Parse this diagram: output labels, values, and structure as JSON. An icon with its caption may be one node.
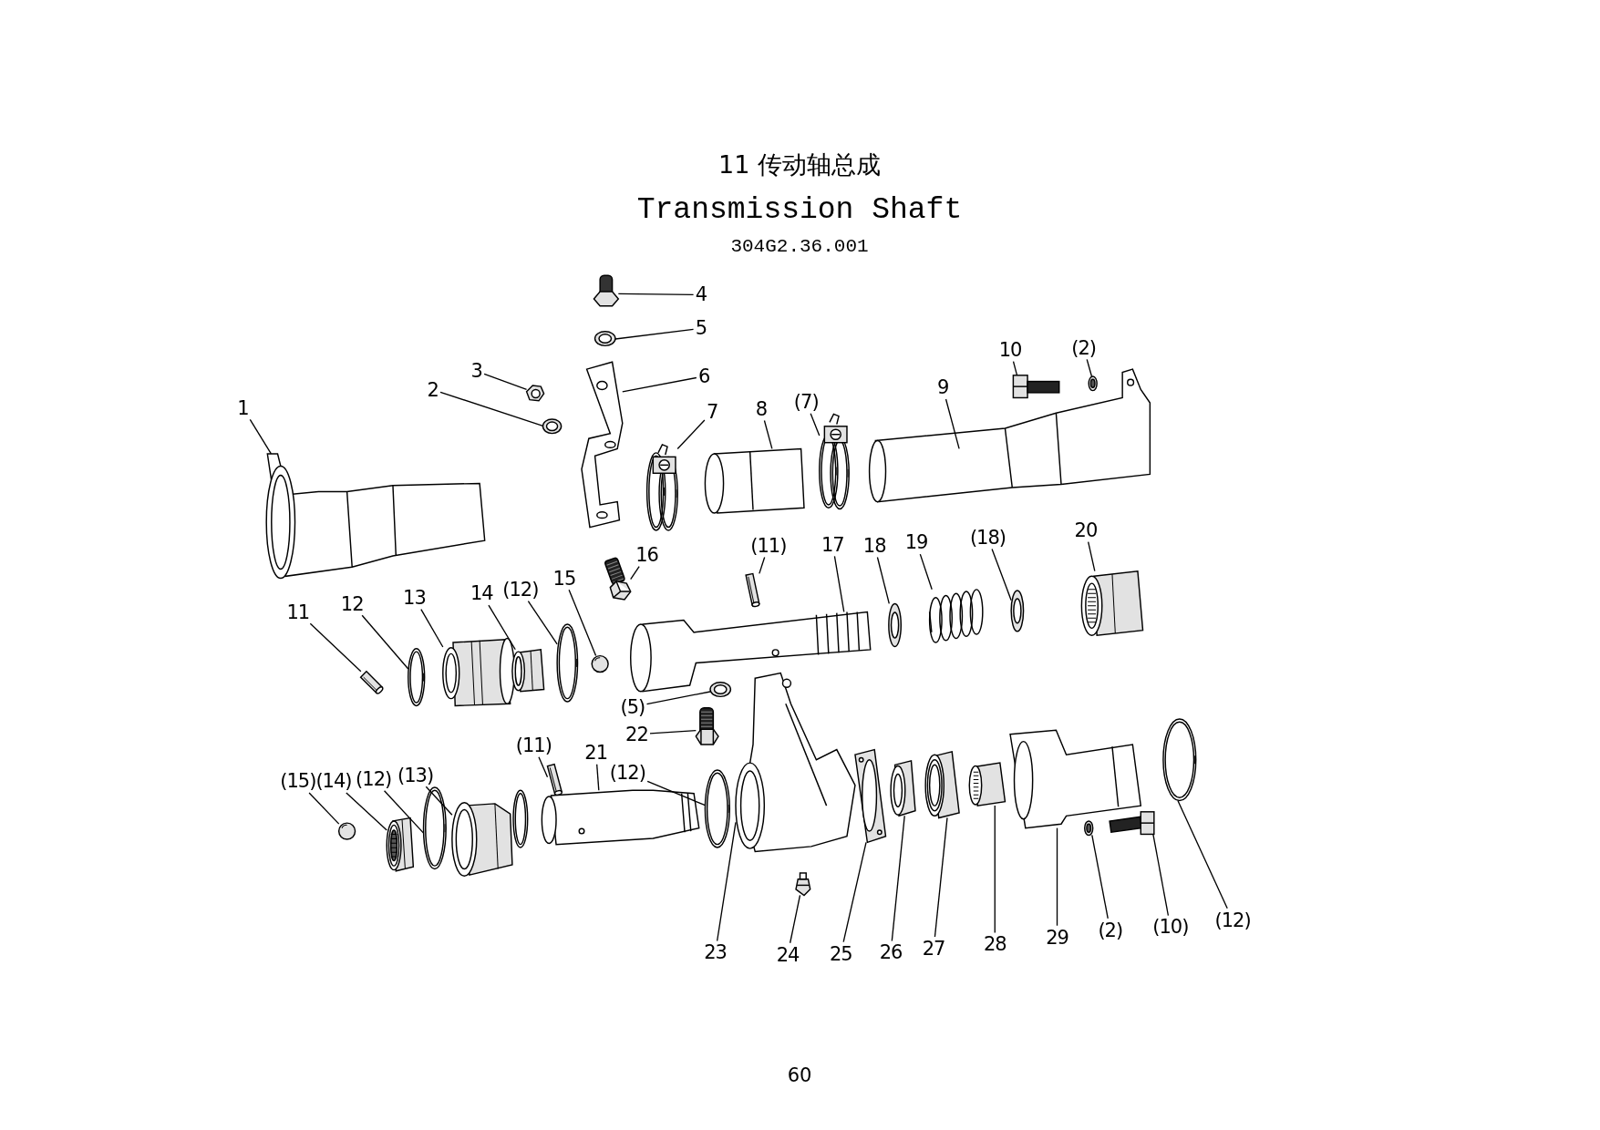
{
  "diagram": {
    "title": "11 传动轴总成",
    "nodes": [
      {
        "text": [
          "1"
        ]
      },
      {
        "text": [
          "2"
        ]
      },
      {
        "text": [
          "3"
        ]
      },
      {
        "text": [
          "4"
        ]
      },
      {
        "text": [
          "5"
        ]
      },
      {
        "text": [
          "6"
        ]
      },
      {
        "text": [
          "7"
        ]
      },
      {
        "text": [
          "8"
        ]
      },
      {
        "text": [
          "(7)"
        ]
      },
      {
        "text": [
          "9"
        ]
      },
      {
        "text": [
          "10"
        ]
      },
      {
        "text": [
          "(2)"
        ]
      },
      {
        "text": [
          "11"
        ]
      },
      {
        "text": [
          "12"
        ]
      },
      {
        "text": [
          "13"
        ]
      },
      {
        "text": [
          "14"
        ]
      },
      {
        "text": [
          "(12)"
        ]
      },
      {
        "text": [
          "15"
        ]
      },
      {
        "text": [
          "16"
        ]
      },
      {
        "text": [
          "(11)"
        ]
      },
      {
        "text": [
          "17"
        ]
      },
      {
        "text": [
          "18"
        ]
      },
      {
        "text": [
          "19"
        ]
      },
      {
        "text": [
          "(18)"
        ]
      },
      {
        "text": [
          "20"
        ]
      },
      {
        "text": [
          "(5)"
        ]
      },
      {
        "text": [
          "22"
        ]
      },
      {
        "text": [
          "(11)"
        ]
      },
      {
        "text": [
          "21"
        ]
      },
      {
        "text": [
          "(12)"
        ]
      },
      {
        "text": [
          "(15)"
        ]
      },
      {
        "text": [
          "(14)"
        ]
      },
      {
        "text": [
          "(12)"
        ]
      },
      {
        "text": [
          "(13)"
        ]
      },
      {
        "text": [
          "23"
        ]
      },
      {
        "text": [
          "24"
        ]
      },
      {
        "text": [
          "25"
        ]
      },
      {
        "text": [
          "26"
        ]
      },
      {
        "text": [
          "27"
        ]
      },
      {
        "text": [
          "28"
        ]
      },
      {
        "text": [
          "29"
        ]
      },
      {
        "text": [
          "(2)"
        ]
      },
      {
        "text": [
          "(10)"
        ]
      },
      {
        "text": [
          "(12)"
        ]
      },
      {
        "text": [],
        "shape": "picture"
      },
      {
        "text": [],
        "shape": "picture"
      },
      {
        "text": [],
        "shape": "picture"
      },
      {
        "text": [],
        "shape": "picture"
      },
      {
        "text": [],
        "shape": "picture"
      },
      {
        "text": [],
        "shape": "picture"
      },
      {
        "text": [],
        "shape": "picture"
      },
      {
        "text": [],
        "shape": "picture"
      },
      {
        "text": [],
        "shape": "picture"
      },
      {
        "text": [],
        "shape": "picture"
      },
      {
        "text": [],
        "shape": "picture"
      },
      {
        "text": [],
        "shape": "picture"
      },
      {
        "text": [],
        "shape": "picture"
      },
      {
        "text": [],
        "shape": "picture"
      },
      {
        "text": [],
        "shape": "picture"
      },
      {
        "text": [],
        "shape": "picture"
      },
      {
        "text": [],
        "shape": "picture"
      },
      {
        "text": [],
        "shape": "picture"
      },
      {
        "text": [],
        "shape": "picture"
      },
      {
        "text": [],
        "shape": "picture"
      },
      {
        "text": [],
        "shape": "picture"
      },
      {
        "text": [],
        "shape": "picture"
      },
      {
        "text": [],
        "shape": "picture"
      },
      {
        "text": [],
        "shape": "picture"
      },
      {
        "text": [],
        "shape": "picture"
      },
      {
        "text": [],
        "shape": "picture"
      },
      {
        "text": [],
        "shape": "picture"
      },
      {
        "text": [],
        "shape": "picture"
      },
      {
        "text": [],
        "shape": "picture"
      },
      {
        "text": [],
        "shape": "picture"
      },
      {
        "text": [],
        "shape": "picture"
      },
      {
        "text": [],
        "shape": "picture"
      },
      {
        "text": [],
        "shape": "picture"
      },
      {
        "text": [],
        "shape": "picture"
      },
      {
        "text": [],
        "shape": "picture"
      },
      {
        "text": [],
        "shape": "picture"
      },
      {
        "text": [],
        "shape": "picture"
      },
      {
        "text": [],
        "shape": "picture"
      },
      {
        "text": [],
        "shape": "picture"
      },
      {
        "text": [],
        "shape": "picture"
      },
      {
        "text": [],
        "shape": "picture"
      },
      {
        "text": [],
        "shape": "picture"
      },
      {
        "text": [],
        "shape": "picture"
      },
      {
        "text": [],
        "shape": "picture"
      }
    ],
    "edges": [
      {
        "from": 0,
        "to": 44,
        "arrow": "none"
      },
      {
        "from": 1,
        "to": 45,
        "arrow": "none"
      },
      {
        "from": 2,
        "to": 46,
        "arrow": "none"
      },
      {
        "from": 3,
        "to": 47,
        "arrow": "none"
      },
      {
        "from": 4,
        "to": 48,
        "arrow": "none"
      },
      {
        "from": 5,
        "to": 49,
        "arrow": "none"
      },
      {
        "from": 6,
        "to": 50,
        "arrow": "none"
      },
      {
        "from": 7,
        "to": 51,
        "arrow": "none"
      },
      {
        "from": 8,
        "to": 52,
        "arrow": "none"
      },
      {
        "from": 9,
        "to": 53,
        "arrow": "none"
      },
      {
        "from": 10,
        "to": 54,
        "arrow": "none"
      },
      {
        "from": 11,
        "to": 55,
        "arrow": "none"
      },
      {
        "from": 12,
        "to": 56,
        "arrow": "none"
      },
      {
        "from": 13,
        "to": 57,
        "arrow": "none"
      },
      {
        "from": 14,
        "to": 58,
        "arrow": "none"
      },
      {
        "from": 15,
        "to": 59,
        "arrow": "none"
      },
      {
        "from": 16,
        "to": 60,
        "arrow": "none"
      },
      {
        "from": 17,
        "to": 61,
        "arrow": "none"
      },
      {
        "from": 18,
        "to": 62,
        "arrow": "none"
      },
      {
        "from": 19,
        "to": 63,
        "arrow": "none"
      },
      {
        "from": 20,
        "to": 64,
        "arrow": "none"
      },
      {
        "from": 21,
        "to": 65,
        "arrow": "none"
      },
      {
        "from": 22,
        "to": 66,
        "arrow": "none"
      },
      {
        "from": 23,
        "to": 67,
        "arrow": "none"
      },
      {
        "from": 24,
        "to": 68,
        "arrow": "none"
      },
      {
        "from": 25,
        "to": 69,
        "arrow": "none"
      },
      {
        "from": 26,
        "to": 70,
        "arrow": "none"
      },
      {
        "from": 27,
        "to": 71,
        "arrow": "none"
      },
      {
        "from": 28,
        "to": 72,
        "arrow": "none"
      },
      {
        "from": 29,
        "to": 73,
        "arrow": "none"
      },
      {
        "from": 30,
        "to": 74,
        "arrow": "none"
      },
      {
        "from": 31,
        "to": 75,
        "arrow": "none"
      },
      {
        "from": 32,
        "to": 76,
        "arrow": "none"
      },
      {
        "from": 33,
        "to": 77,
        "arrow": "none"
      },
      {
        "from": 34,
        "to": 78,
        "arrow": "none"
      },
      {
        "from": 35,
        "to": 79,
        "arrow": "none"
      },
      {
        "from": 36,
        "to": 80,
        "arrow": "none"
      },
      {
        "from": 37,
        "to": 81,
        "arrow": "none"
      },
      {
        "from": 38,
        "to": 82,
        "arrow": "none"
      },
      {
        "from": 39,
        "to": 83,
        "arrow": "none"
      },
      {
        "from": 40,
        "to": 84,
        "arrow": "none"
      },
      {
        "from": 41,
        "to": 85,
        "arrow": "none"
      },
      {
        "from": 42,
        "to": 86,
        "arrow": "none"
      },
      {
        "from": 43,
        "to": 87,
        "arrow": "none"
      }
    ],
    "labels": [
      "Transmission Shaft",
      "304G2.36.001",
      "60"
    ]
  }
}
